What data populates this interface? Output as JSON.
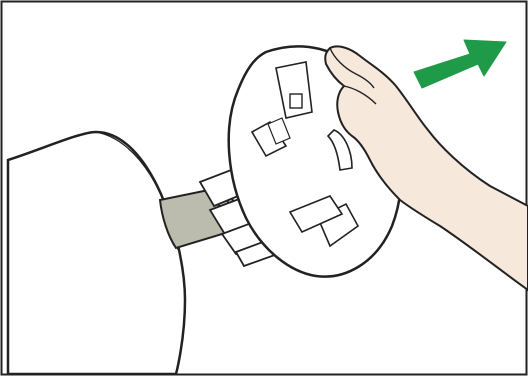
{
  "figure": {
    "frame": true,
    "colors": {
      "outline": "#222222",
      "spool_fill": "#ffffff",
      "core": "#bcbcae",
      "skin": "#f6e8db",
      "arrow": "#1f9a48",
      "panel": "#ffffff"
    },
    "elements": {
      "paper_roll": "paper-roll",
      "roll_core": "roll-core",
      "flange_hub": "flange-hub",
      "flange_disk": "flange-disk",
      "hand": "hand",
      "arrow": "pull-direction-arrow"
    }
  }
}
